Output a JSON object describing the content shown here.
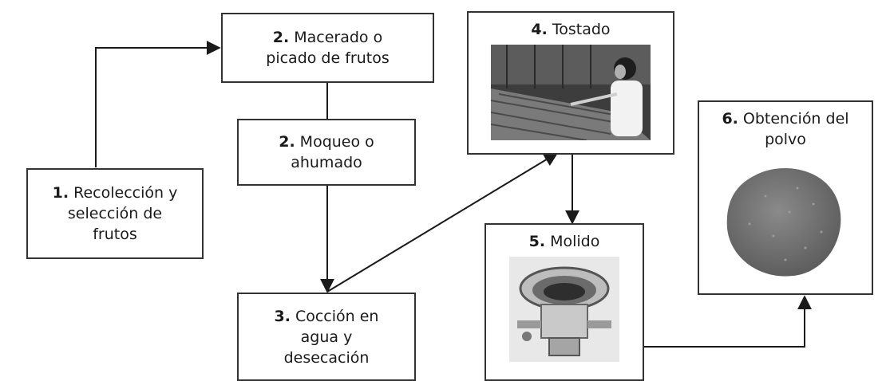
{
  "colors": {
    "line": "#1a1a1a",
    "border": "#333333",
    "background": "#ffffff"
  },
  "steps": [
    {
      "id": "s1",
      "number": "1.",
      "label": "Recolección y\nselección de\nfrutos"
    },
    {
      "id": "s2a",
      "number": "2.",
      "label": "Macerado o\npicado de frutos"
    },
    {
      "id": "s2b",
      "number": "2.",
      "label": "Moqueo o\nahumado"
    },
    {
      "id": "s3",
      "number": "3.",
      "label": "Cocción en\nagua y\ndesecación"
    },
    {
      "id": "s4",
      "number": "4.",
      "label": "Tostado",
      "image": "photo-roasting"
    },
    {
      "id": "s5",
      "number": "5.",
      "label": "Molido",
      "image": "photo-grinder"
    },
    {
      "id": "s6",
      "number": "6.",
      "label": "Obtención del\npolvo",
      "image": "photo-powder"
    }
  ]
}
